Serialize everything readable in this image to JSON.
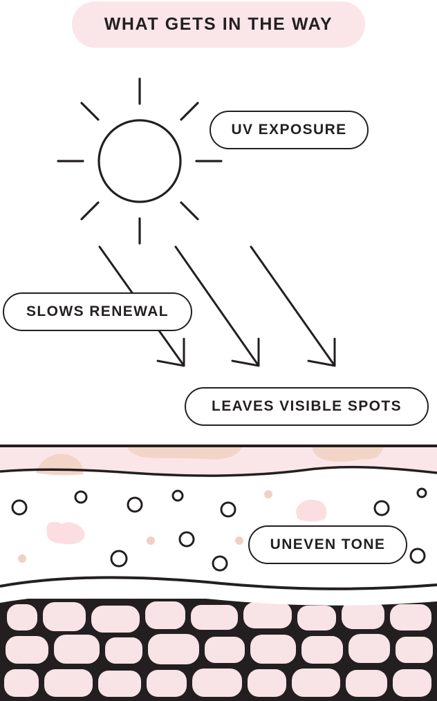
{
  "title": "WHAT GETS IN THE WAY",
  "labels": {
    "uv_exposure": "UV EXPOSURE",
    "slows_renewal": "SLOWS RENEWAL",
    "leaves_spots": "LEAVES VISIBLE SPOTS",
    "uneven_tone": "UNEVEN TONE"
  },
  "colors": {
    "ink": "#231f20",
    "pink_light": "#fae6e8",
    "pink_cell": "#f8e3e6",
    "pigment_tan": "#f3d5c7",
    "pigment_dot": "#f1d0c6",
    "pink_blob": "#fbdde2",
    "background": "#ffffff"
  },
  "icons": [
    "sun-icon",
    "uv-ray-arrow",
    "skin-cell-layer"
  ]
}
